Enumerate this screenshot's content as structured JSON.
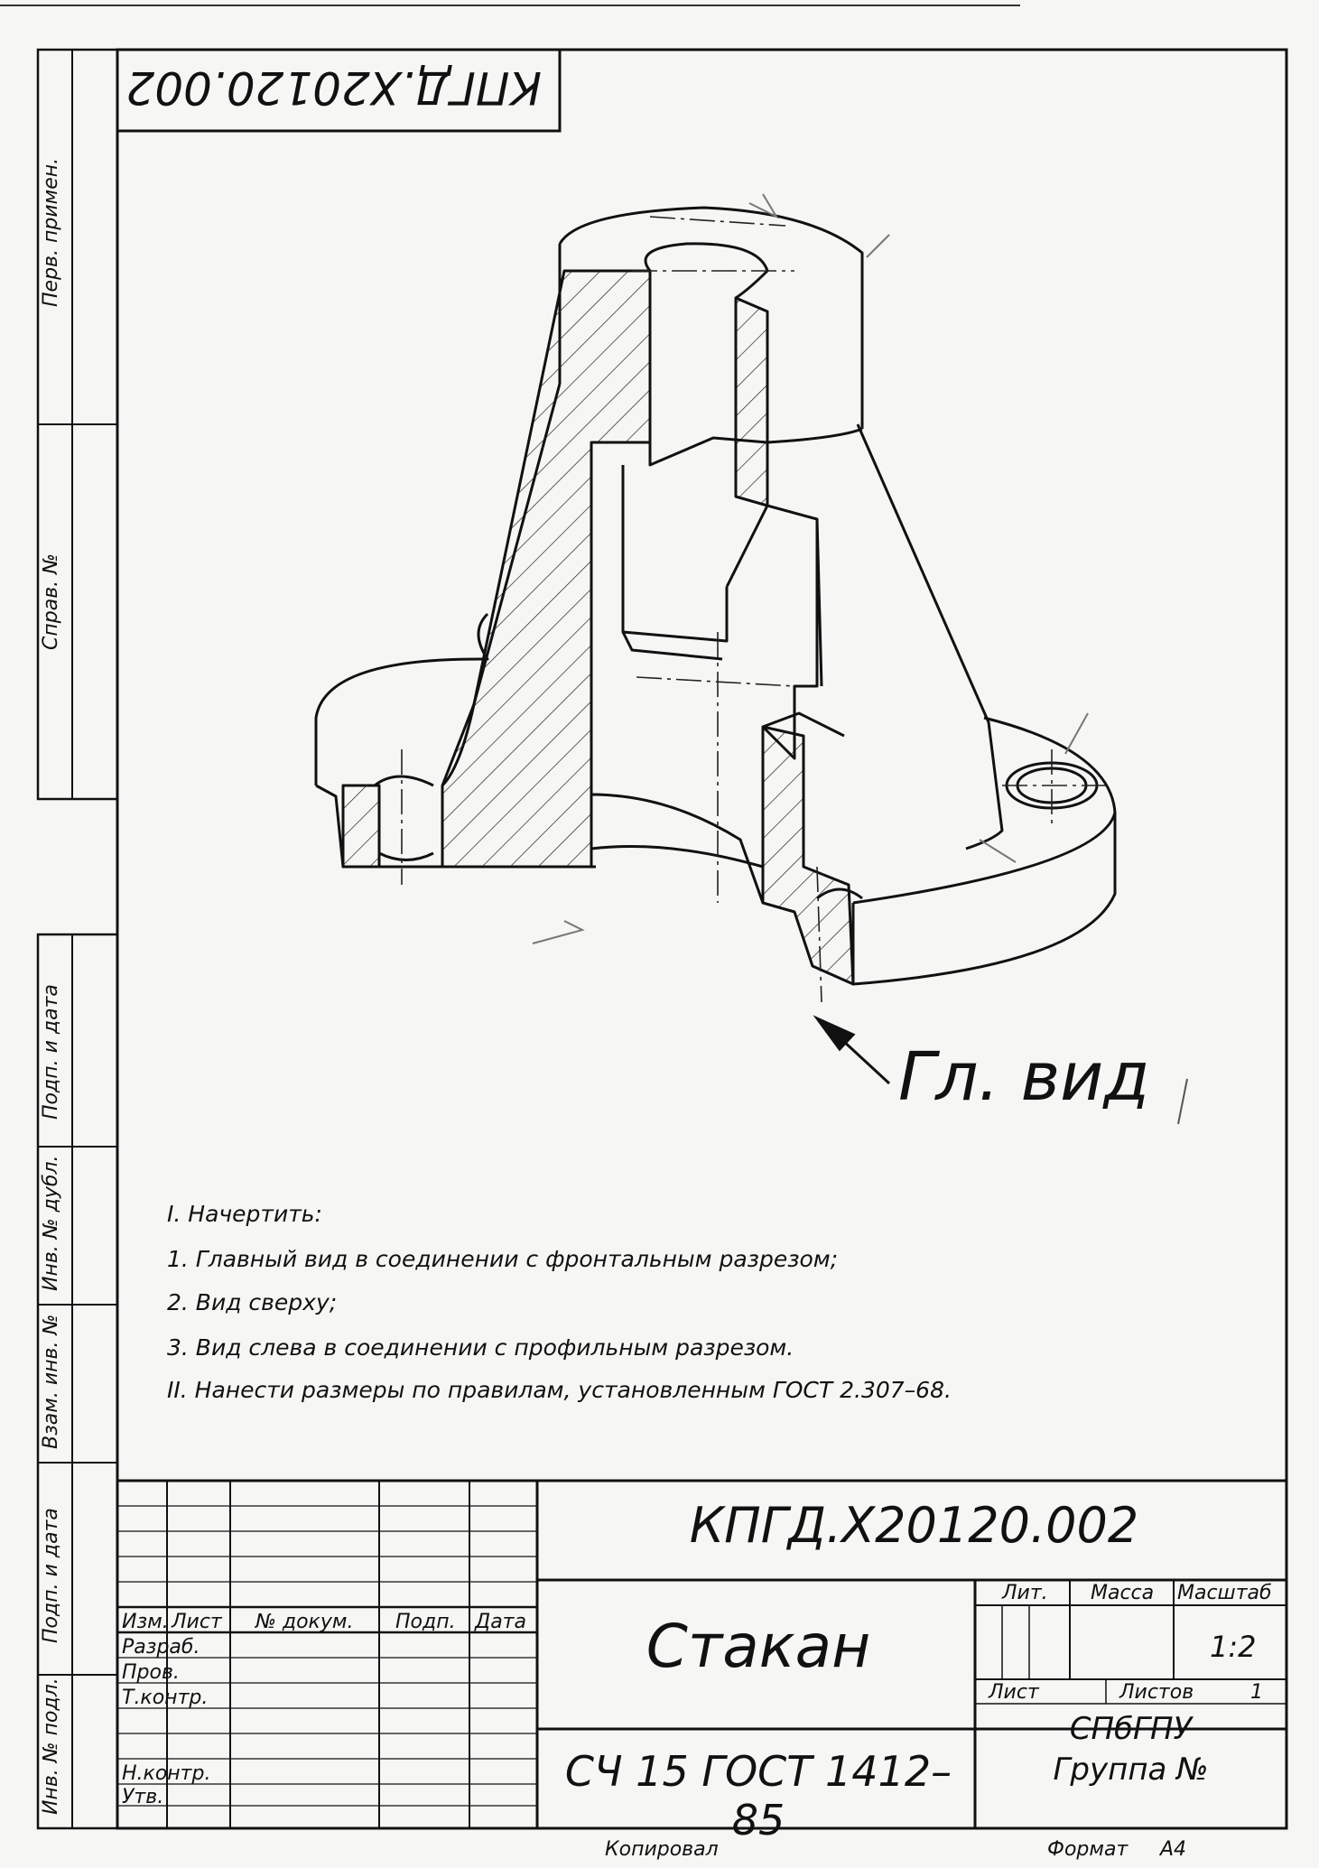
{
  "top_code_stamp": "КПГД.Х20120.002",
  "side_column": {
    "perv_primen": "Перв. примен.",
    "sprav_no": "Справ. №",
    "podp_i_data_1": "Подп. и дата",
    "inv_no_dubl": "Инв. № дубл.",
    "vzam_inv_no": "Взам. инв. №",
    "podp_i_data_2": "Подп. и дата",
    "inv_no_podl": "Инв. № подл."
  },
  "view_label": "Гл. вид",
  "notes": [
    "I. Начертить:",
    "1. Главный вид в соединении с фронтальным разрезом;",
    "2. Вид сверху;",
    "3. Вид слева в соединении с профильным разрезом.",
    "II. Нанести размеры по правилам, установленным ГОСТ 2.307–68."
  ],
  "title_block": {
    "designation": "КПГД.Х20120.002",
    "part_name": "Стакан",
    "material": "СЧ 15 ГОСТ 1412–85",
    "col_headers": {
      "izm": "Изм.",
      "list": "Лист",
      "doc_no": "№ докум.",
      "podp": "Подп.",
      "data": "Дата"
    },
    "rows": [
      "Разраб.",
      "Пров.",
      "Т.контр.",
      "Н.контр.",
      "Утв."
    ],
    "lit_label": "Лит.",
    "massa_label": "Масса",
    "masshtab_label": "Масштаб",
    "scale_value": "1:2",
    "sheet_label": "Лист",
    "sheets_label": "Листов",
    "sheets_value": "1",
    "organization": "СПбГПУ",
    "group_label": "Группа №"
  },
  "footer": {
    "kopiroval": "Копировал",
    "format_label": "Формат",
    "format_value": "А4"
  }
}
